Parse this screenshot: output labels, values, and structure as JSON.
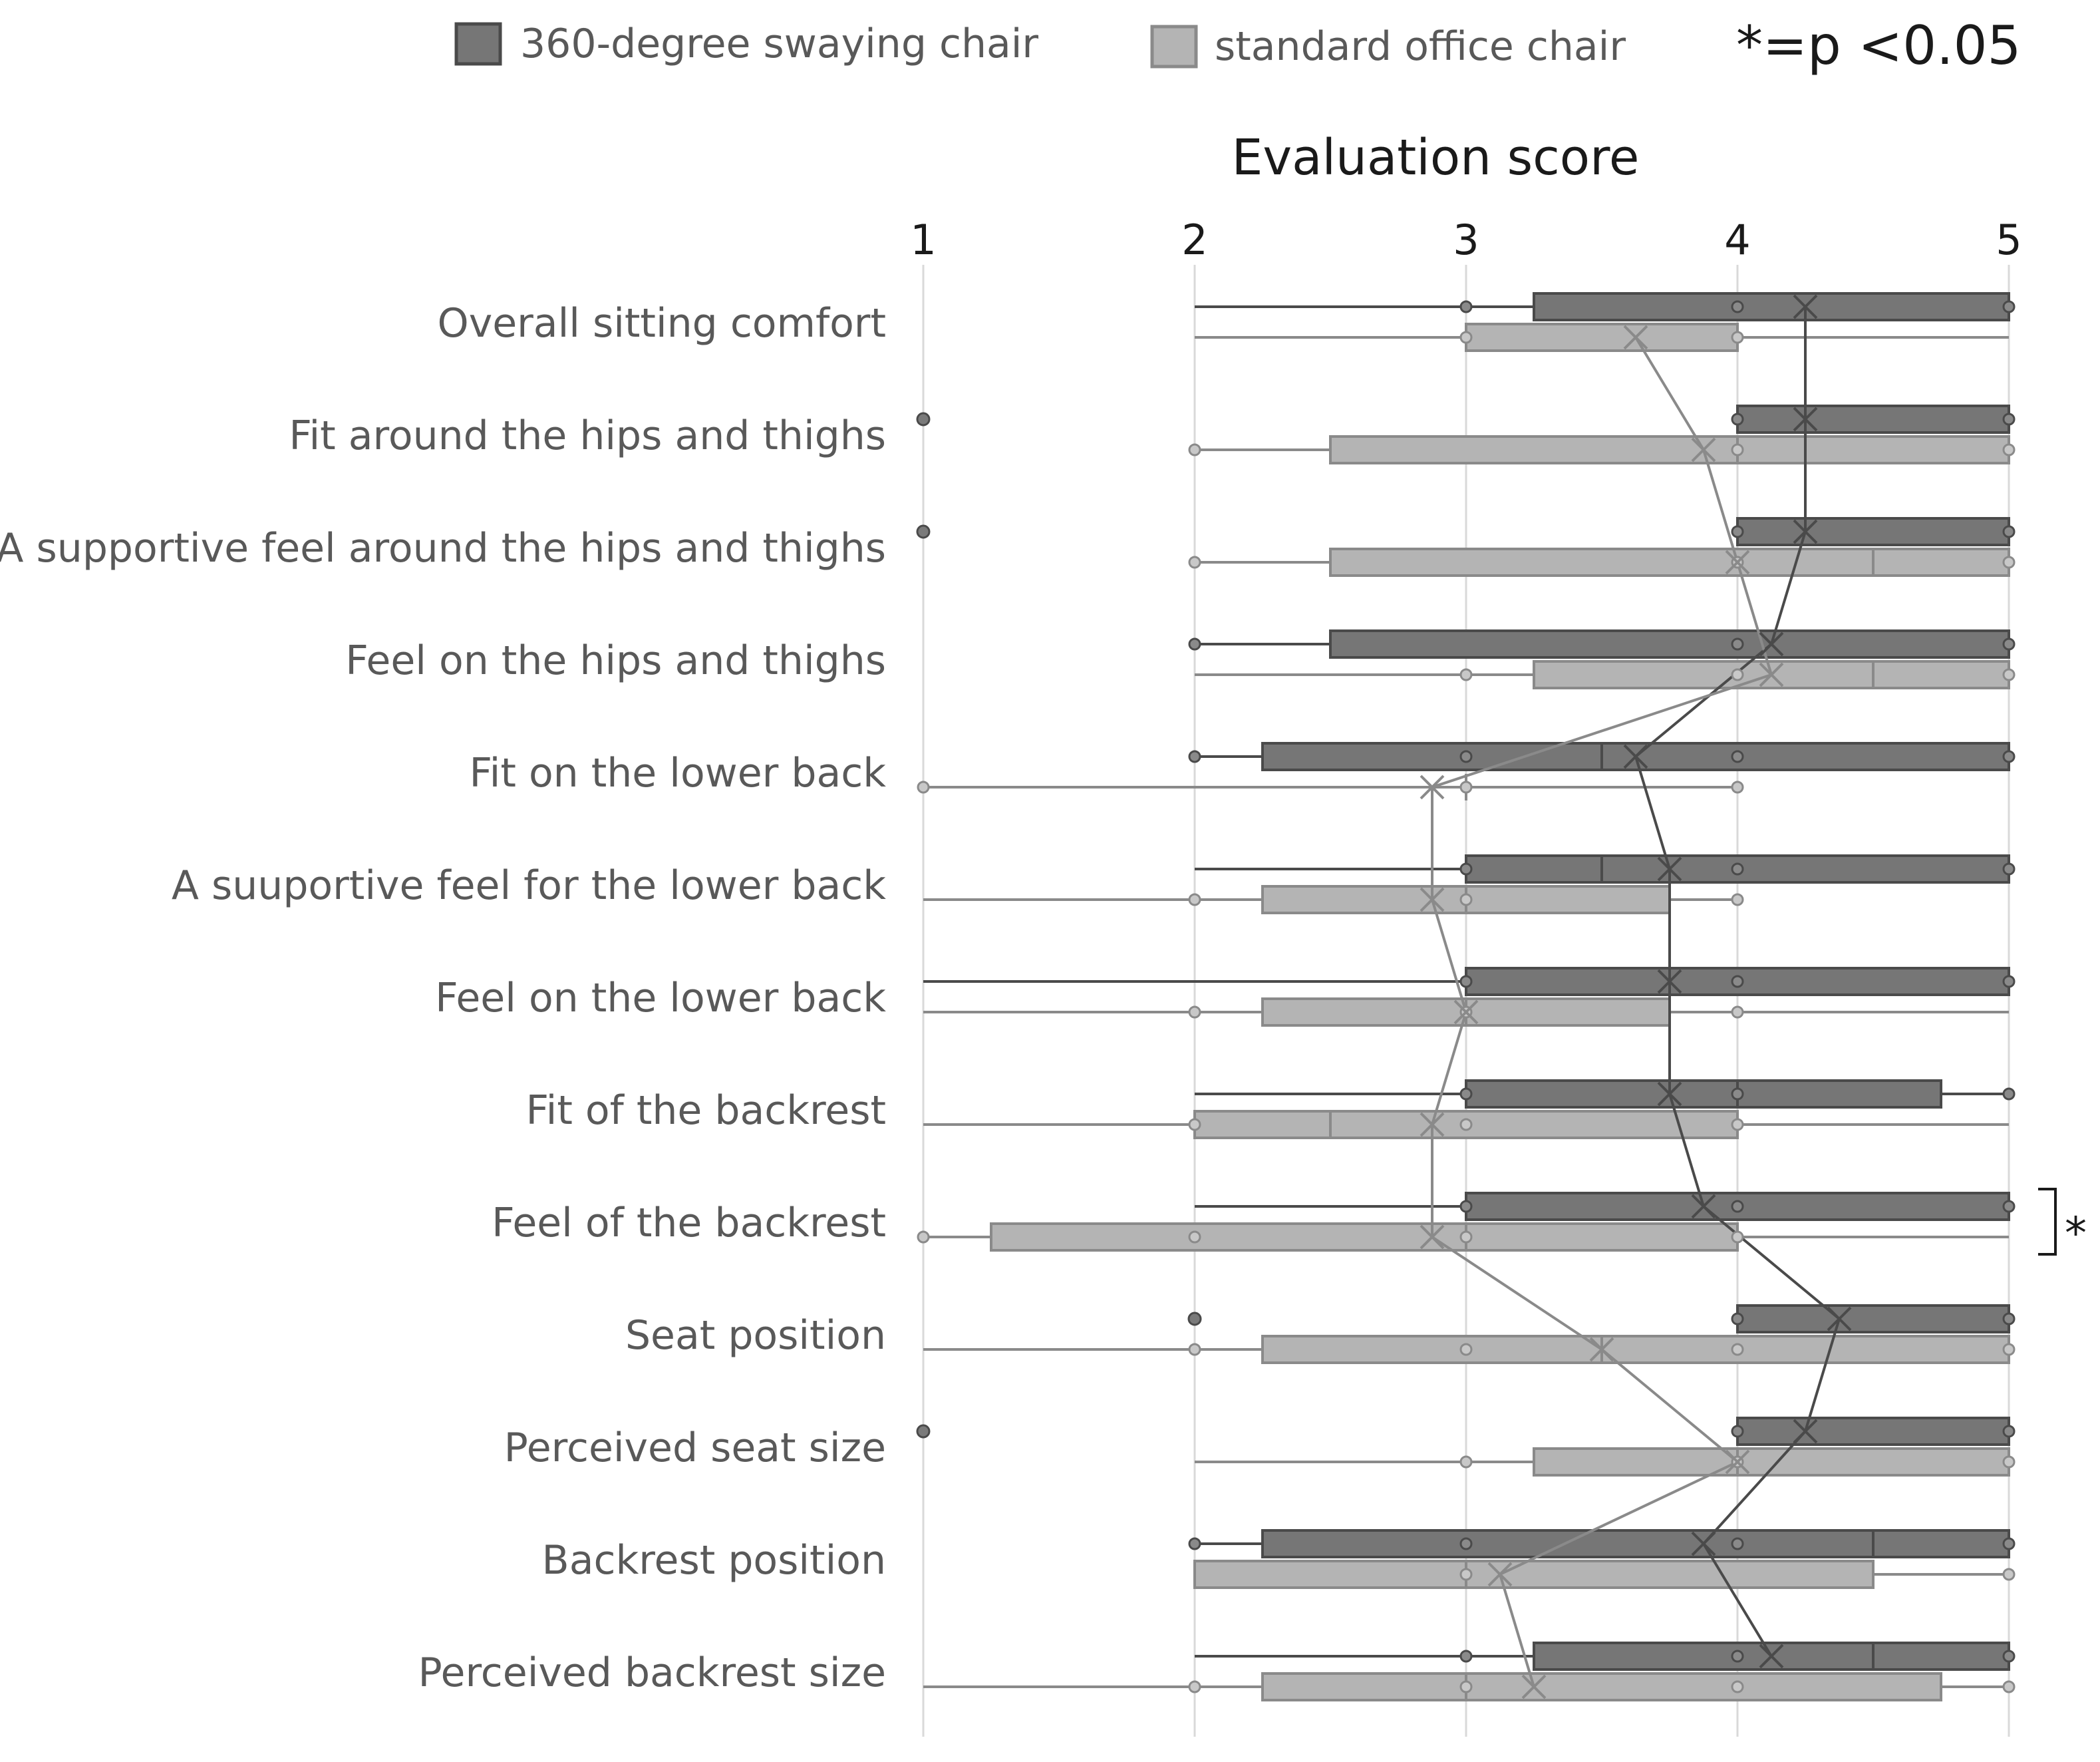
{
  "chart_data": {
    "type": "box",
    "orientation": "horizontal",
    "xlabel": "Evaluation score",
    "xlim": [
      1,
      5
    ],
    "xticks": [
      "1",
      "2",
      "3",
      "4",
      "5"
    ],
    "grid": "vertical",
    "legend_position": "top",
    "significance_note": "*=p <0.05",
    "colors": {
      "swaying": "#767676",
      "standard": "#b4b4b4",
      "swaying_edge": "#4a4a4a",
      "standard_edge": "#8a8a8a"
    },
    "series": [
      {
        "name": "360-degree swaying chair",
        "key": "swaying"
      },
      {
        "name": "standard office chair",
        "key": "standard"
      }
    ],
    "categories": [
      "Overall sitting comfort",
      "Fit around the hips and thighs",
      "A supportive feel around the hips and thighs",
      "Feel on the hips and thighs",
      "Fit on the lower back",
      "A suuportive feel for the lower back",
      "Feel on the lower back",
      "Fit of the backrest",
      "Feel of the backrest",
      "Seat position",
      "Perceived seat size",
      "Backrest position",
      "Perceived backrest size"
    ],
    "boxes": {
      "swaying": [
        {
          "min": 2,
          "q1": 3.25,
          "median": 5,
          "q3": 5,
          "max": 5,
          "mean": 4.25,
          "points": [
            3,
            4,
            5
          ]
        },
        {
          "min": 4,
          "q1": 4,
          "median": 5,
          "q3": 5,
          "max": 5,
          "mean": 4.25,
          "points": [
            4,
            5
          ],
          "outliers": [
            1
          ]
        },
        {
          "min": 4,
          "q1": 4,
          "median": 5,
          "q3": 5,
          "max": 5,
          "mean": 4.25,
          "points": [
            4,
            5
          ],
          "outliers": [
            1
          ]
        },
        {
          "min": 2,
          "q1": 2.5,
          "median": 5,
          "q3": 5,
          "max": 5,
          "mean": 4.125,
          "points": [
            2,
            4,
            5
          ]
        },
        {
          "min": 2,
          "q1": 2.25,
          "median": 3.5,
          "q3": 5,
          "max": 5,
          "mean": 3.625,
          "points": [
            2,
            3,
            4,
            5
          ]
        },
        {
          "min": 2,
          "q1": 3,
          "median": 3.5,
          "q3": 5,
          "max": 5,
          "mean": 3.75,
          "points": [
            3,
            4,
            5
          ]
        },
        {
          "min": 1,
          "q1": 3,
          "median": 5,
          "q3": 5,
          "max": 5,
          "mean": 3.75,
          "points": [
            3,
            4,
            5
          ]
        },
        {
          "min": 2,
          "q1": 3,
          "median": 4,
          "q3": 4.75,
          "max": 5,
          "mean": 3.75,
          "points": [
            3,
            4,
            5
          ]
        },
        {
          "min": 2,
          "q1": 3,
          "median": 5,
          "q3": 5,
          "max": 5,
          "mean": 3.875,
          "points": [
            3,
            4,
            5
          ]
        },
        {
          "min": 4,
          "q1": 4,
          "median": 5,
          "q3": 5,
          "max": 5,
          "mean": 4.375,
          "points": [
            4,
            5
          ],
          "outliers": [
            2
          ]
        },
        {
          "min": 4,
          "q1": 4,
          "median": 5,
          "q3": 5,
          "max": 5,
          "mean": 4.25,
          "points": [
            4,
            5
          ],
          "outliers": [
            1
          ]
        },
        {
          "min": 2,
          "q1": 2.25,
          "median": 4.5,
          "q3": 5,
          "max": 5,
          "mean": 3.875,
          "points": [
            2,
            3,
            4,
            5
          ]
        },
        {
          "min": 2,
          "q1": 3.25,
          "median": 4.5,
          "q3": 5,
          "max": 5,
          "mean": 4.125,
          "points": [
            3,
            4,
            5
          ]
        }
      ],
      "standard": [
        {
          "min": 2,
          "q1": 3,
          "median": 4,
          "q3": 4,
          "max": 5,
          "mean": 3.625,
          "points": [
            3,
            4
          ]
        },
        {
          "min": 2,
          "q1": 2.5,
          "median": 4,
          "q3": 5,
          "max": 5,
          "mean": 3.875,
          "points": [
            2,
            4,
            5
          ]
        },
        {
          "min": 2,
          "q1": 2.5,
          "median": 4.5,
          "q3": 5,
          "max": 5,
          "mean": 4,
          "points": [
            2,
            4,
            5
          ]
        },
        {
          "min": 2,
          "q1": 3.25,
          "median": 4.5,
          "q3": 5,
          "max": 5,
          "mean": 4.125,
          "points": [
            3,
            4,
            5
          ]
        },
        {
          "min": 1,
          "q1": 3,
          "median": 3,
          "q3": 3,
          "max": 4,
          "mean": 2.875,
          "points": [
            1,
            3,
            4
          ]
        },
        {
          "min": 1,
          "q1": 2.25,
          "median": 3,
          "q3": 3.75,
          "max": 4,
          "mean": 2.875,
          "points": [
            2,
            3,
            4
          ]
        },
        {
          "min": 1,
          "q1": 2.25,
          "median": 3,
          "q3": 3.75,
          "max": 5,
          "mean": 3,
          "points": [
            2,
            3,
            4
          ]
        },
        {
          "min": 1,
          "q1": 2,
          "median": 2.5,
          "q3": 4,
          "max": 5,
          "mean": 2.875,
          "points": [
            2,
            3,
            4
          ]
        },
        {
          "min": 1,
          "q1": 1.25,
          "median": 3,
          "q3": 4,
          "max": 5,
          "mean": 2.875,
          "points": [
            1,
            2,
            3,
            4
          ]
        },
        {
          "min": 1,
          "q1": 2.25,
          "median": 3.5,
          "q3": 5,
          "max": 5,
          "mean": 3.5,
          "points": [
            2,
            3,
            4,
            5
          ]
        },
        {
          "min": 2,
          "q1": 3.25,
          "median": 4,
          "q3": 5,
          "max": 5,
          "mean": 4,
          "points": [
            3,
            4,
            5
          ]
        },
        {
          "min": 2,
          "q1": 2,
          "median": 3,
          "q3": 4.5,
          "max": 5,
          "mean": 3.125,
          "points": [
            3,
            5
          ]
        },
        {
          "min": 1,
          "q1": 2.25,
          "median": 3,
          "q3": 4.75,
          "max": 5,
          "mean": 3.25,
          "points": [
            2,
            3,
            4,
            5
          ]
        }
      ]
    },
    "significant_rows": [
      8
    ]
  }
}
